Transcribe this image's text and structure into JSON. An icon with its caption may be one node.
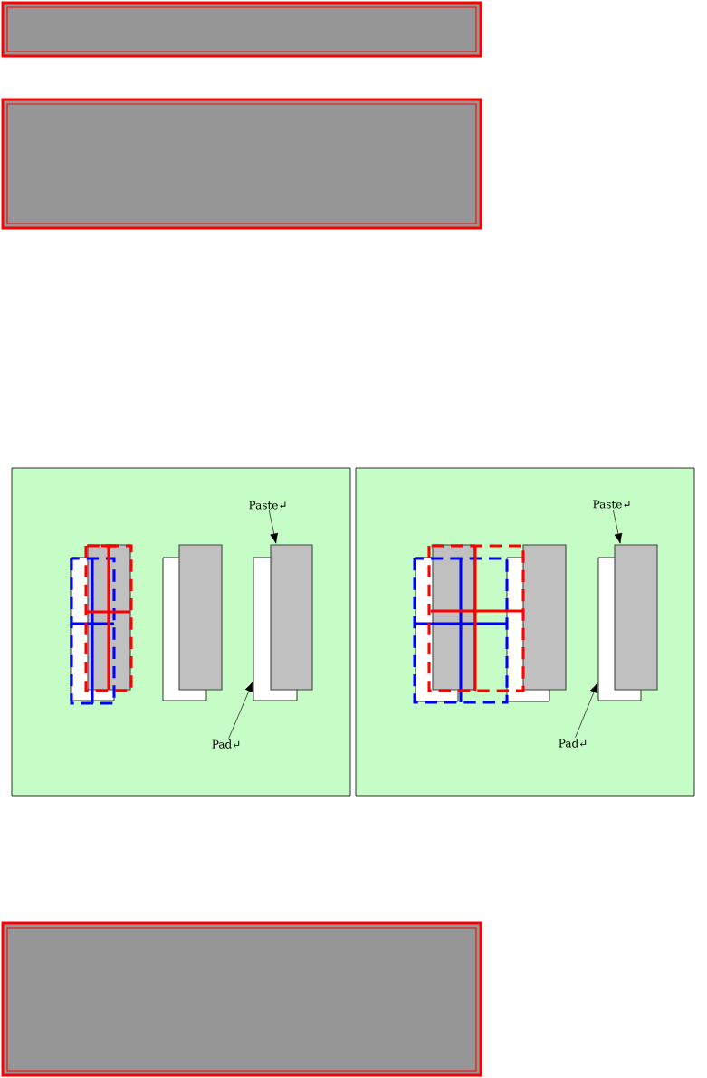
{
  "diagram": {
    "nodes": [
      {
        "text": [],
        "shape": "box"
      },
      {
        "text": [],
        "shape": "box"
      },
      {
        "text": [],
        "shape": "box"
      },
      {
        "text": [
          "Paste↵"
        ],
        "in": 2
      },
      {
        "text": [],
        "shape": "box",
        "in": 2
      },
      {
        "text": [],
        "shape": "box",
        "in": 2
      },
      {
        "text": [],
        "shape": "box",
        "in": 2
      },
      {
        "text": [],
        "shape": "box",
        "in": 2
      },
      {
        "text": [],
        "shape": "box",
        "in": 2
      },
      {
        "text": [],
        "shape": "box",
        "in": 2
      },
      {
        "text": [
          "Pad↵"
        ],
        "in": 2
      },
      {
        "text": [],
        "shape": "box"
      },
      {
        "text": [
          "Paste↵"
        ],
        "in": 11
      },
      {
        "text": [],
        "shape": "box",
        "in": 11
      },
      {
        "text": [],
        "shape": "box",
        "in": 11
      },
      {
        "text": [],
        "shape": "box",
        "in": 11
      },
      {
        "text": [],
        "shape": "box",
        "in": 11
      },
      {
        "text": [],
        "shape": "box",
        "in": 11
      },
      {
        "text": [],
        "shape": "box",
        "in": 11
      },
      {
        "text": [
          "Pad↵"
        ],
        "in": 11
      },
      {
        "text": [],
        "shape": "box"
      }
    ],
    "edges": [
      {
        "from": 3,
        "to": 9,
        "arrow": "to"
      },
      {
        "from": 10,
        "to": 8,
        "arrow": "to"
      },
      {
        "from": 12,
        "to": 18,
        "arrow": "to"
      },
      {
        "from": 19,
        "to": 17,
        "arrow": "to"
      }
    ]
  }
}
